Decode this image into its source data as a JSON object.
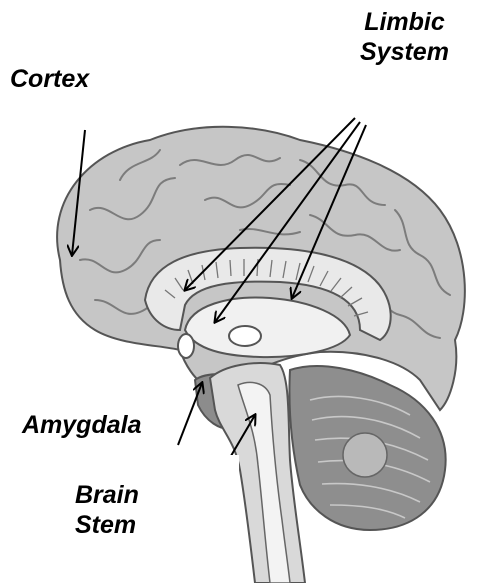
{
  "labels": {
    "cortex": "Cortex",
    "limbic_line1": "Limbic",
    "limbic_line2": "System",
    "amygdala": "Amygdala",
    "brain_line1": "Brain",
    "brain_line2": "Stem"
  },
  "colors": {
    "cortex_fill": "#c6c6c6",
    "gyri_stroke": "#7c7c7c",
    "limbic_fill": "#e9e9e9",
    "brainstem_fill": "#d9d9d9",
    "cerebellum_fill": "#8e8e8e",
    "outline": "#555555",
    "arrow": "#000000"
  }
}
